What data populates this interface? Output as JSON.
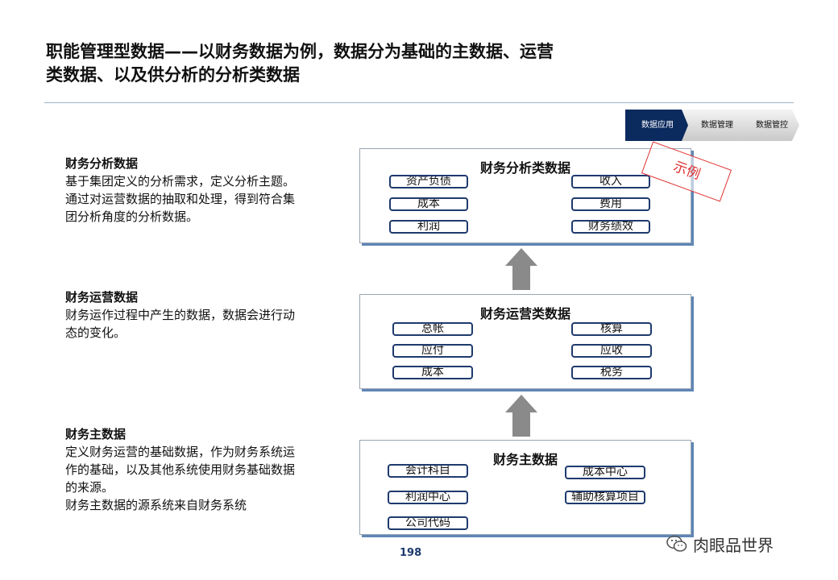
{
  "title": {
    "line1": "职能管理型数据——以财务数据为例，数据分为基础的主数据、运营",
    "line2": "类数据、以及供分析的分析类数据"
  },
  "process": {
    "steps": [
      "数据应用",
      "数据管理",
      "数据管控"
    ],
    "active_color": "#0b2a5e"
  },
  "descriptions": [
    {
      "heading": "财务分析数据",
      "body": "基于集团定义的分析需求，定义分析主题。通过对运营数据的抽取和处理，得到符合集团分析角度的分析数据。"
    },
    {
      "heading": "财务运营数据",
      "body": "财务运作过程中产生的数据，数据会进行动态的变化。"
    },
    {
      "heading": "财务主数据",
      "body": "定义财务运营的基础数据，作为财务系统运作的基础，以及其他系统使用财务基础数据的来源。",
      "body2": "财务主数据的源系统来自财务系统"
    }
  ],
  "boxes": {
    "analysis": {
      "title": "财务分析类数据",
      "items": [
        "资产负债",
        "收入",
        "成本",
        "费用",
        "利润",
        "财务绩效"
      ]
    },
    "operation": {
      "title": "财务运营类数据",
      "items": [
        "总帐",
        "核算",
        "应付",
        "应收",
        "成本",
        "税务"
      ]
    },
    "master": {
      "title": "财务主数据",
      "items": [
        "会计科目",
        "成本中心",
        "利润中心",
        "辅助核算项目",
        "公司代码"
      ]
    }
  },
  "stamp": {
    "text": "示例",
    "color": "#e03030"
  },
  "page_number": "198",
  "watermark": {
    "text": "肉眼品世界",
    "icon": "wechat-icon"
  },
  "colors": {
    "pill_border": "#1e3a6e",
    "box_shadow": "#5f86b5",
    "arrow": "#8a8a8a"
  }
}
